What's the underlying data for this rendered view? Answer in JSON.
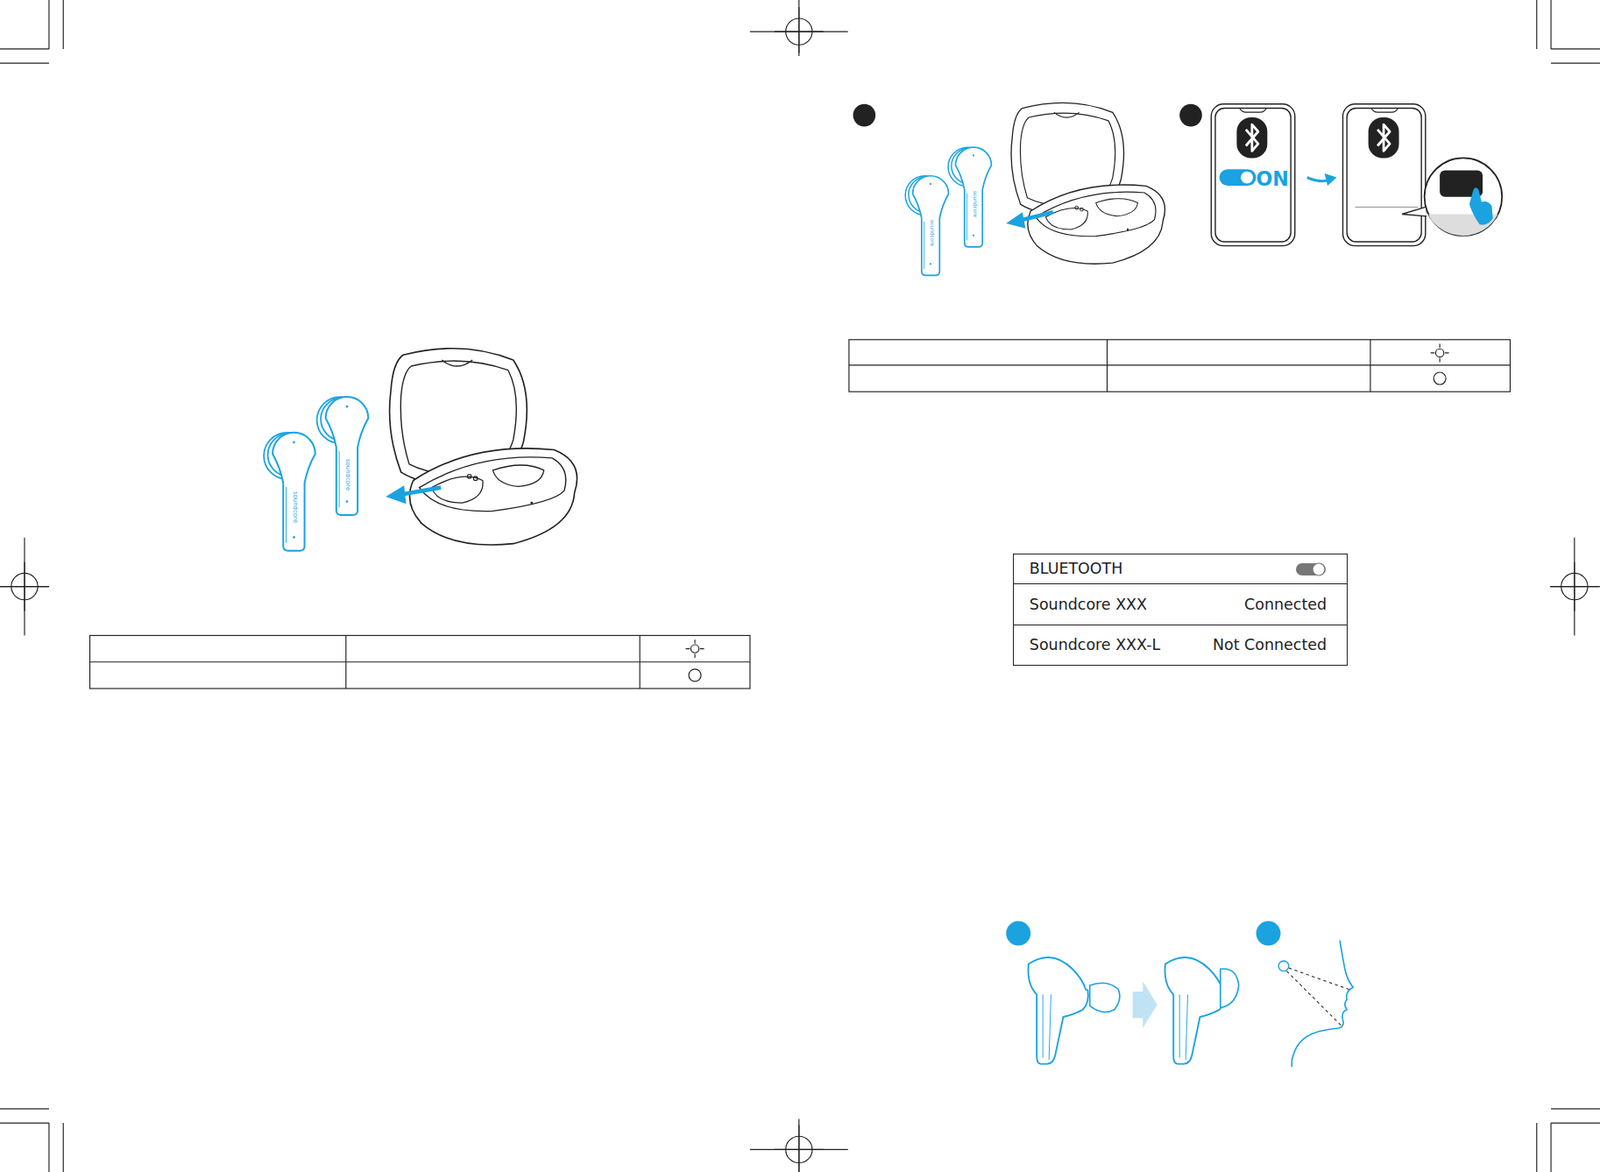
{
  "diagram": {
    "nodes": [
      {
        "text": [
          "BLUETOOTH"
        ]
      },
      {
        "text": [
          "Soundcore XXX",
          "Connected"
        ],
        "in": 0
      },
      {
        "text": [
          "Soundcore XXX-L",
          "Not Connected"
        ],
        "in": 0
      }
    ],
    "labels": [
      "ON",
      "soundcore",
      "soundcore",
      "soundcore",
      "soundcore"
    ]
  }
}
